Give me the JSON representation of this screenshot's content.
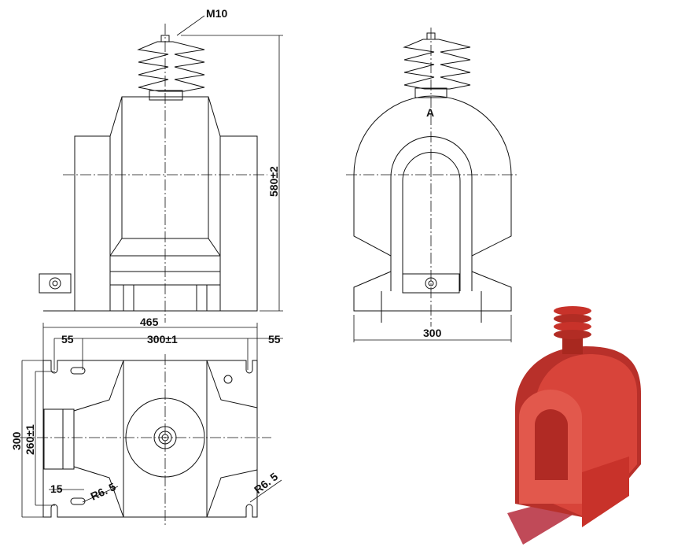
{
  "front_view": {
    "bolt_label": "M10",
    "height_dim": "580±2"
  },
  "side_view": {
    "view_label": "A",
    "width_dim": "300"
  },
  "bottom_view": {
    "overall_width": "465",
    "left_edge_dim": "55",
    "hole_spacing": "300±1",
    "right_edge_dim": "55",
    "overall_depth": "300",
    "hole_depth_spacing": "260±1",
    "slot_dim": "15",
    "radius_left": "R6. 5",
    "radius_right": "R6. 5"
  },
  "photo": {
    "body_color": "#c8322a",
    "highlight_color": "#e0504a"
  }
}
